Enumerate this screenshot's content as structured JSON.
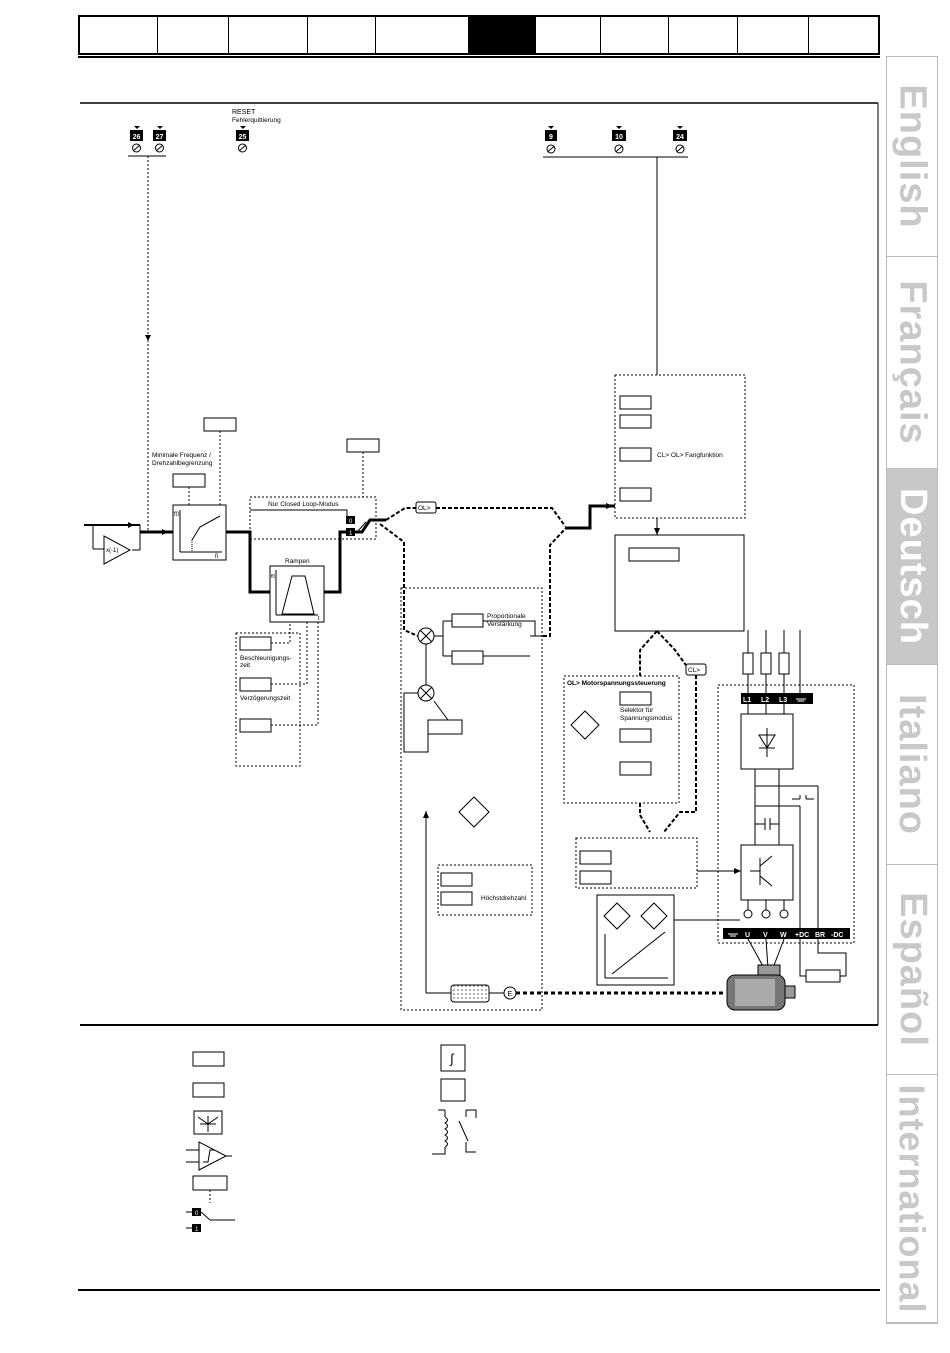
{
  "languages": {
    "english": "English",
    "francais": "Français",
    "deutsch": "Deutsch",
    "italiano": "Italiano",
    "espanol": "Español",
    "international": "International"
  },
  "header": {
    "active_cell_index": 5
  },
  "terminals": {
    "t26": "26",
    "t27": "27",
    "t25": "25",
    "t9": "9",
    "t10": "10",
    "t24": "24"
  },
  "labels": {
    "reset_title": "RESET",
    "reset_sub": "Fehlerquittierung",
    "min_freq_1": "Minimale Frequenz /",
    "min_freq_2": "Drehzahlbegrenzung",
    "invert": "x(-1)",
    "nur_cl": "Nur Closed Loop-Modus",
    "rampen": "Rampen",
    "beschl_1": "Beschleunigungs-",
    "beschl_2": "zeit",
    "verz": "Verzögerungszeit",
    "ol_tag": "OL>",
    "cl_tag": "CL>",
    "prop_1": "Proportionale",
    "prop_2": "Verstärkung",
    "fang": "CL> OL> Fangfunktion",
    "ol_motor": "OL> Motorspannungssteuerung",
    "selektor_1": "Selektor für",
    "selektor_2": "Spannungsmodus",
    "hoechst": "Höchstdrehzahl",
    "sel0": "0",
    "sel1": "1",
    "f0": "f0",
    "fi": "fi",
    "t": "t",
    "encoder": "E",
    "l1": "L1",
    "l2": "L2",
    "l3": "L3",
    "u": "U",
    "v": "V",
    "w": "W",
    "dcp": "+DC",
    "br": "BR",
    "dcm": "-DC"
  }
}
